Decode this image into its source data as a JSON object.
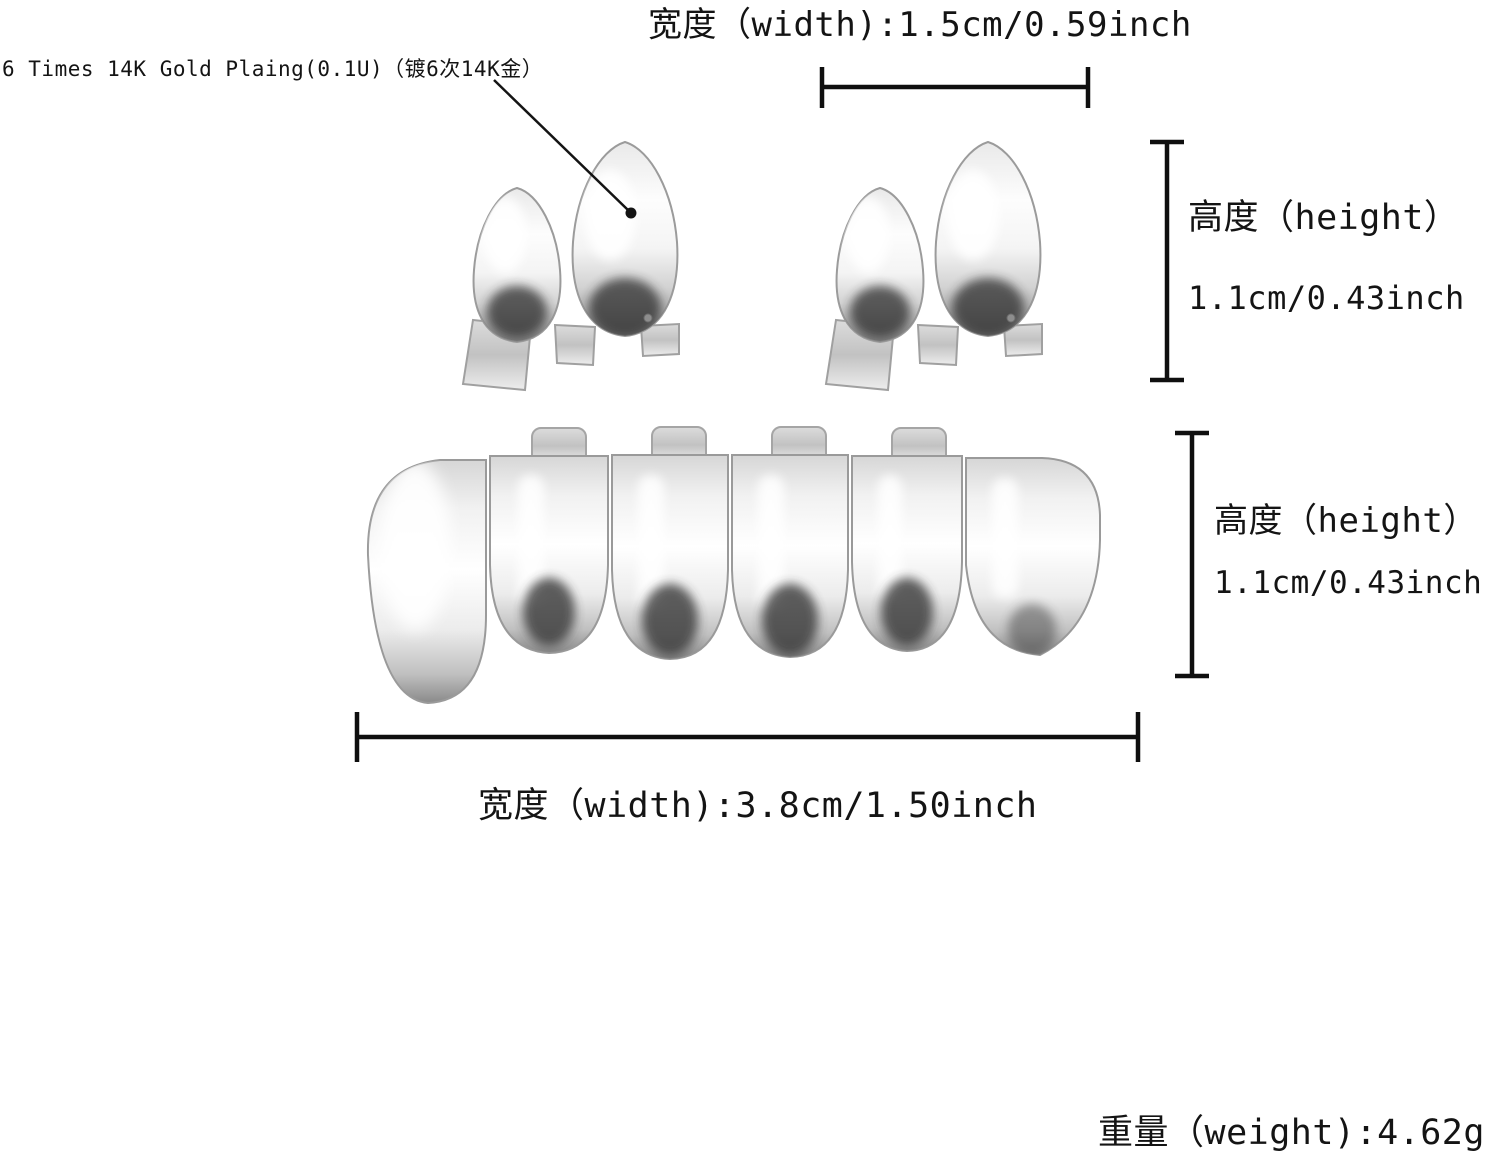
{
  "product": {
    "illustration": "silver-grillz-top-and-bottom-set",
    "upper_piece": "two double-fang tooth caps",
    "lower_piece": "six-tooth bottom grillz"
  },
  "labels": {
    "top_width": "宽度（width):1.5cm/0.59inch",
    "plating_note": "6 Times 14K Gold Plaing(0.1U)（镀6次14K金）",
    "upper_height_title": "高度（height）",
    "upper_height_value": "1.1cm/0.43inch",
    "lower_height_title": "高度（height）",
    "lower_height_value": "1.1cm/0.43inch",
    "bottom_width": "宽度（width):3.8cm/1.50inch",
    "weight": "重量（weight):4.62g"
  },
  "colors": {
    "background": "#ffffff",
    "text": "#141414",
    "dimension_line": "#0f0f0f",
    "metal_highlight": "#ffffff",
    "metal_base": "#e8e8e8",
    "metal_dark": "#8a8a8a",
    "metal_shadow": "#383838"
  }
}
